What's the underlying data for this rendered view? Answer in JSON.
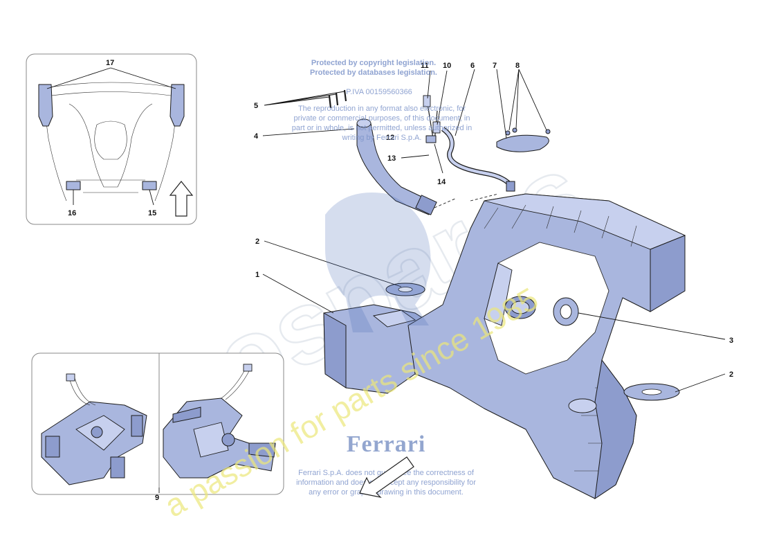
{
  "callouts": {
    "c1": "1",
    "c2a": "2",
    "c2b": "2",
    "c3": "3",
    "c4": "4",
    "c5": "5",
    "c6": "6",
    "c7": "7",
    "c8": "8",
    "c9": "9",
    "c10": "10",
    "c11": "11",
    "c12": "12",
    "c13": "13",
    "c14": "14",
    "c15": "15",
    "c16": "16",
    "c17": "17"
  },
  "watermark": {
    "line1": "Protected by copyright legislation.",
    "line2": "Protected by databases legislation.",
    "line3": "P.IVA 00159560366",
    "line4": "The reproduction in any format also electronic, for",
    "line5": "private or commercial purposes, of this document, in",
    "line6": "part or in whole, is not permitted, unless authorized in",
    "line7": "writing by Ferrari S.p.A.",
    "logo": "Ferrari",
    "disclaimer1": "Ferrari S.p.A. does not guarantee the correctness of",
    "disclaimer2": "information and does not accept any responsibility for",
    "disclaimer3": "any error or graphic drawing in this document.",
    "brand": "eurospares",
    "slogan": "a passion for parts since 1985"
  },
  "colors": {
    "part_fill": "#a9b6de",
    "outline": "#1a1a1a",
    "watermark_blue": "#7c93c9",
    "watermark_yellow": "#ece77a"
  }
}
